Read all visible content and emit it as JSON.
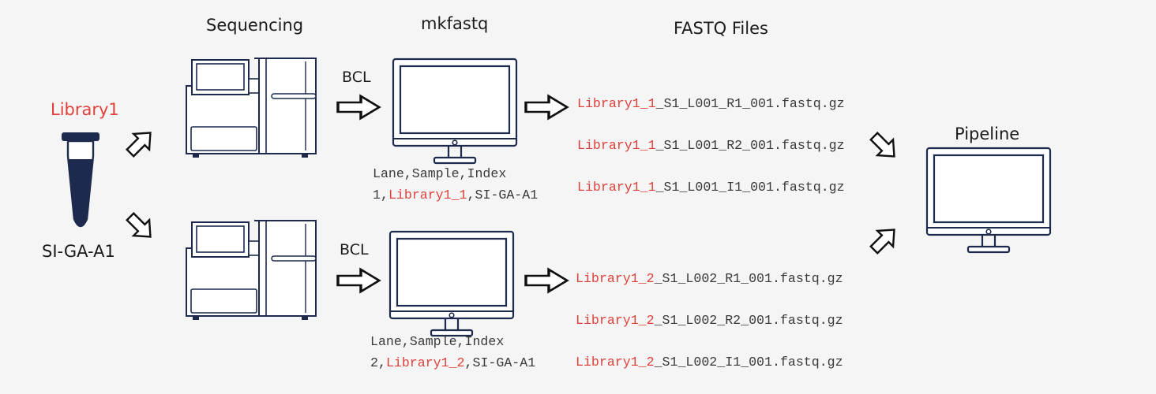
{
  "headings": {
    "sequencing": "Sequencing",
    "mkfastq": "mkfastq",
    "fastq_files": "FASTQ Files",
    "pipeline": "Pipeline"
  },
  "tube": {
    "library_label": "Library1",
    "index_label": "SI-GA-A1"
  },
  "bcl_label": "BCL",
  "lanes": [
    {
      "samplesheet": {
        "header": "Lane,Sample,Index",
        "lane": "1",
        "sample": "Library1_1",
        "index": "SI-GA-A1"
      },
      "files": [
        {
          "prefix": "Library1_1",
          "suffix": "_S1_L001_R1_001.fastq.gz"
        },
        {
          "prefix": "Library1_1",
          "suffix": "_S1_L001_R2_001.fastq.gz"
        },
        {
          "prefix": "Library1_1",
          "suffix": "_S1_L001_I1_001.fastq.gz"
        }
      ]
    },
    {
      "samplesheet": {
        "header": "Lane,Sample,Index",
        "lane": "2",
        "sample": "Library1_2",
        "index": "SI-GA-A1"
      },
      "files": [
        {
          "prefix": "Library1_2",
          "suffix": "_S1_L002_R1_001.fastq.gz"
        },
        {
          "prefix": "Library1_2",
          "suffix": "_S1_L002_R2_001.fastq.gz"
        },
        {
          "prefix": "Library1_2",
          "suffix": "_S1_L002_I1_001.fastq.gz"
        }
      ]
    }
  ],
  "colors": {
    "accent_red": "#e1403a",
    "navy": "#1d2a4d",
    "text": "#1b1b1b"
  },
  "icons": [
    "tube-icon",
    "sequencer-icon",
    "monitor-icon",
    "arrow-icon"
  ]
}
